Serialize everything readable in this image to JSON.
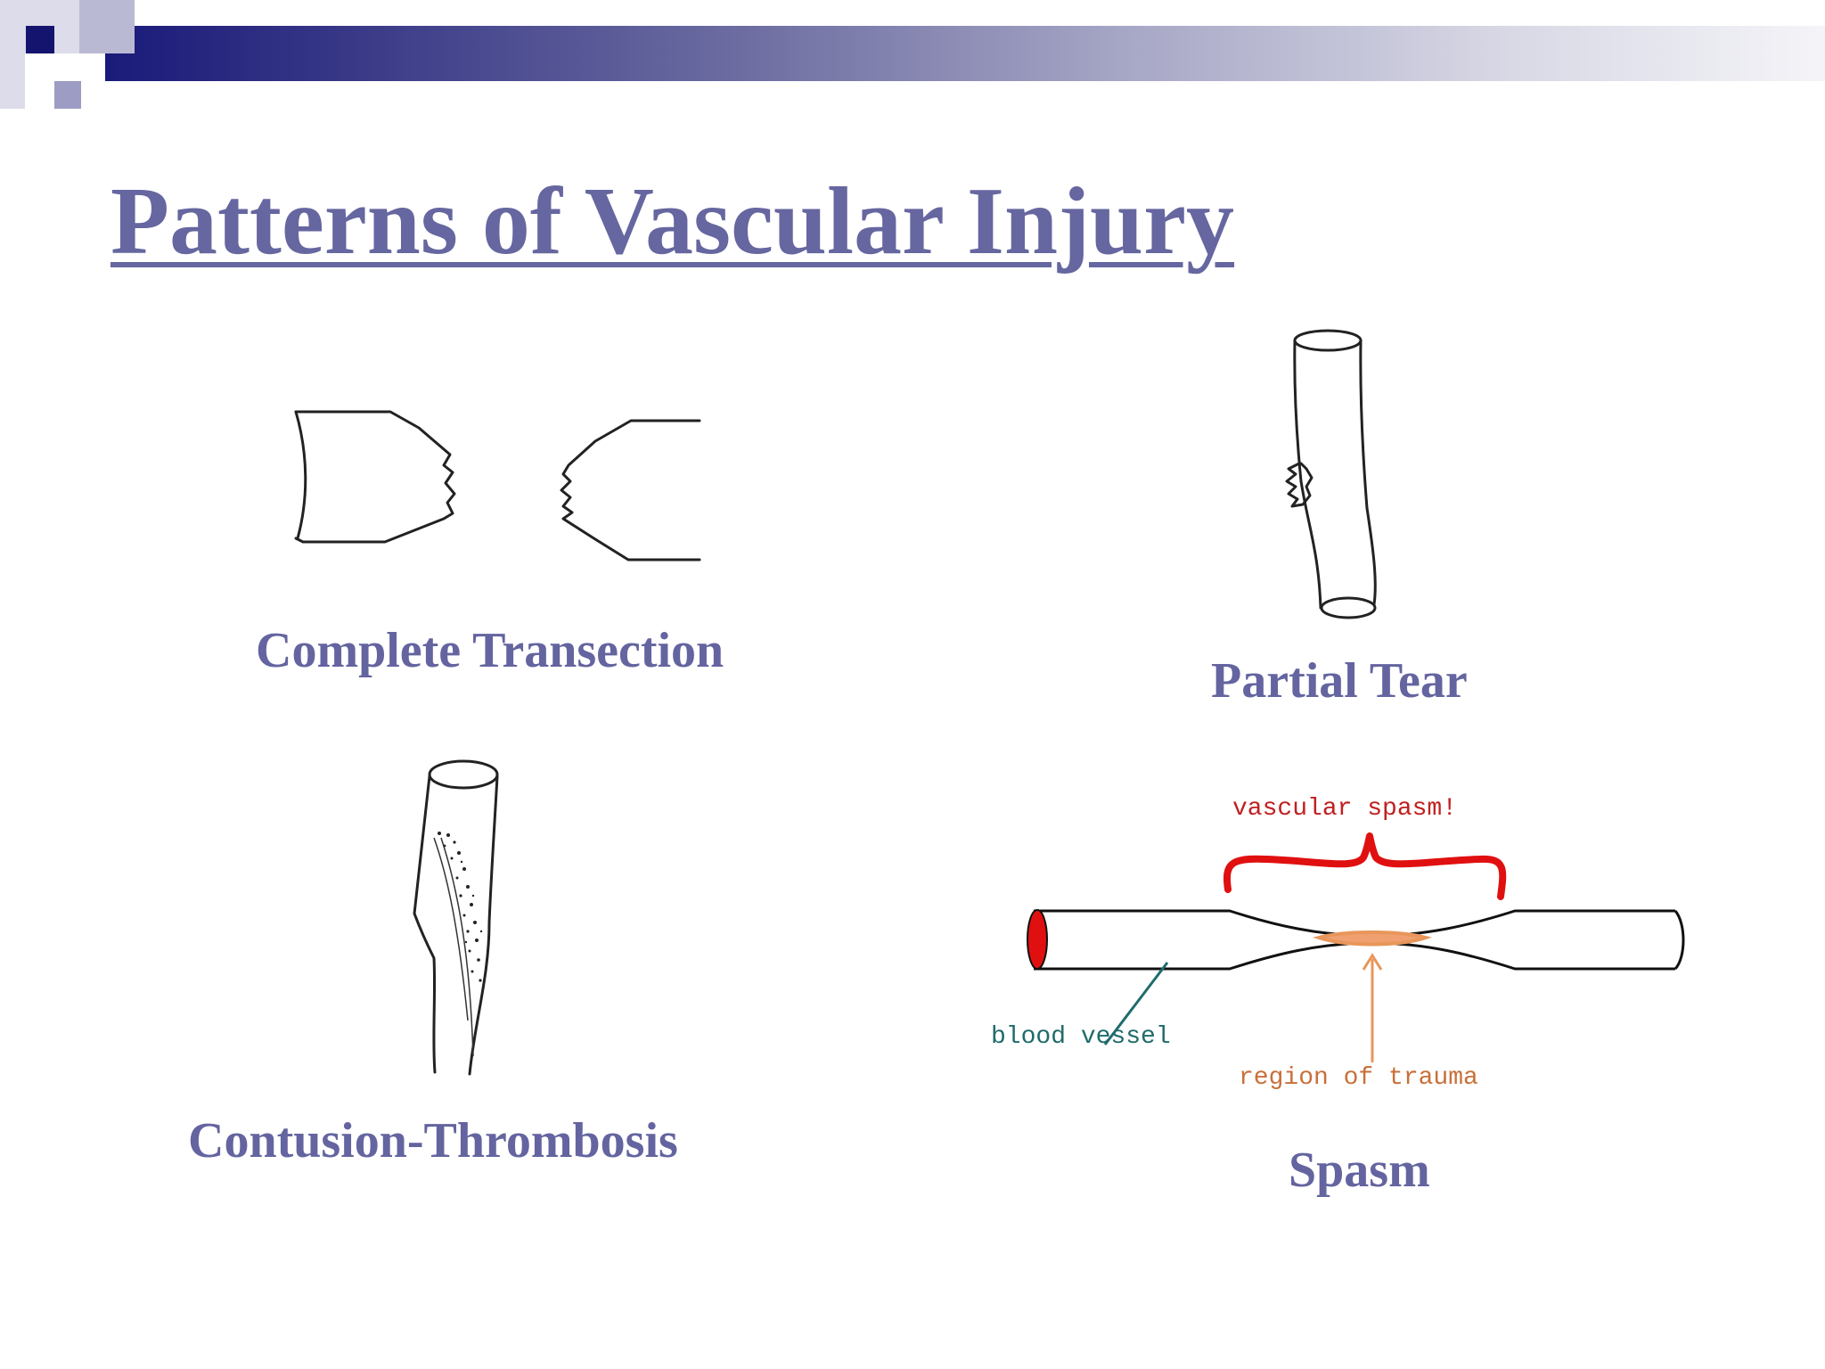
{
  "slide": {
    "title": "Patterns of Vascular Injury",
    "colors": {
      "title": "#6666a0",
      "captions": "#6464a0",
      "header_dark": "#1a1a7a",
      "spasm_brace": "#e01010",
      "trauma": "#e8965a",
      "vessel_label": "#1f6b6b"
    }
  },
  "panels": {
    "transection": {
      "caption": "Complete Transection"
    },
    "partial_tear": {
      "caption": "Partial Tear"
    },
    "contusion": {
      "caption": "Contusion-Thrombosis"
    },
    "spasm": {
      "caption": "Spasm",
      "labels": {
        "top": "vascular spasm!",
        "vessel": "blood vessel",
        "trauma": "region of trauma"
      }
    }
  }
}
